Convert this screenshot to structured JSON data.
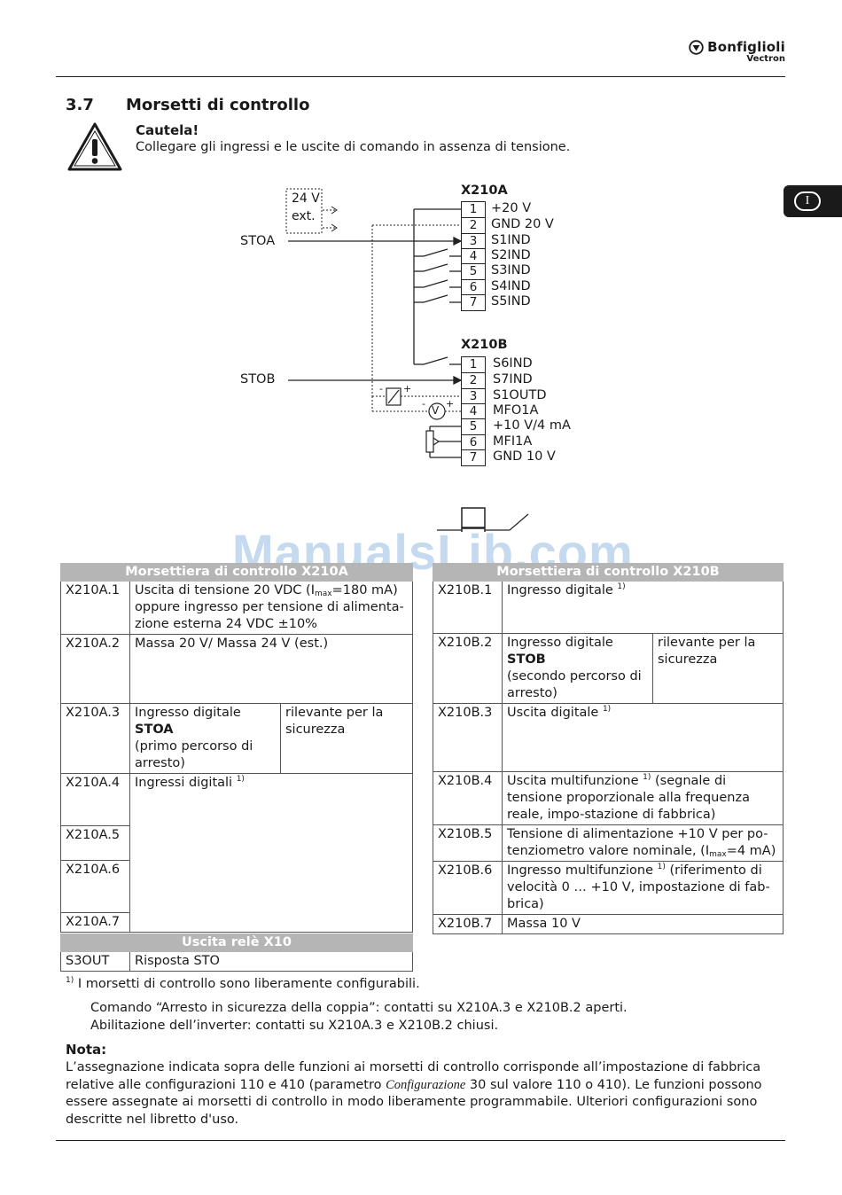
{
  "header": {
    "brand_name": "Bonfiglioli",
    "brand_sub": "Vectron",
    "lang_tab": "I"
  },
  "section": {
    "number": "3.7",
    "title": "Morsetti di controllo"
  },
  "caution": {
    "title": "Cautela!",
    "text": "Collegare gli ingressi e le uscite di comando in assenza di tensione."
  },
  "diagram": {
    "supply_label_1": "24 V",
    "supply_label_2": "ext.",
    "stoa_label": "STOA",
    "stob_label": "STOB",
    "x210a_title": "X210A",
    "x210b_title": "X210B",
    "x210a_terminals": [
      {
        "num": "1",
        "name": "+20 V"
      },
      {
        "num": "2",
        "name": "GND 20 V"
      },
      {
        "num": "3",
        "name": "S1IND"
      },
      {
        "num": "4",
        "name": "S2IND"
      },
      {
        "num": "5",
        "name": "S3IND"
      },
      {
        "num": "6",
        "name": "S4IND"
      },
      {
        "num": "7",
        "name": "S5IND"
      }
    ],
    "x210b_terminals": [
      {
        "num": "1",
        "name": "S6IND"
      },
      {
        "num": "2",
        "name": "S7IND"
      },
      {
        "num": "3",
        "name": "S1OUTD"
      },
      {
        "num": "4",
        "name": "MFO1A"
      },
      {
        "num": "5",
        "name": "+10 V/4 mA"
      },
      {
        "num": "6",
        "name": "MFI1A"
      },
      {
        "num": "7",
        "name": "GND 10 V"
      }
    ],
    "meter_symbol": "V",
    "minus": "-",
    "plus": "+"
  },
  "table_a": {
    "header": "Morsettiera di controllo X210A",
    "r1_id": "X210A.1",
    "r1_text_pre": "Uscita di tensione 20 VDC (I",
    "r1_sub": "max",
    "r1_text_post": "=180 mA) oppure ingresso per tensione di alimenta-zione esterna 24 VDC ±10%",
    "r2_id": "X210A.2",
    "r2_text": "Massa 20 V/ Massa 24 V (est.)",
    "r3_id": "X210A.3",
    "r3_line1": "Ingresso digitale",
    "r3_bold": "STOA",
    "r3_line3": "(primo percorso di arresto)",
    "r3_side": "rilevante per la sicurezza",
    "r4_id": "X210A.4",
    "r4_text": "Ingressi digitali",
    "r4_sup": "1)",
    "r5_id": "X210A.5",
    "r6_id": "X210A.6",
    "r7_id": "X210A.7"
  },
  "table_b": {
    "header": "Morsettiera di controllo X210B",
    "r1_id": "X210B.1",
    "r1_text": "Ingresso digitale",
    "r1_sup": "1)",
    "r2_id": "X210B.2",
    "r2_line1": "Ingresso digitale",
    "r2_bold": "STOB",
    "r2_line3": "(secondo percorso di arresto)",
    "r2_side": "rilevante per la sicurezza",
    "r3_id": "X210B.3",
    "r3_text": "Uscita digitale",
    "r3_sup": "1)",
    "r4_id": "X210B.4",
    "r4_text_pre": "Uscita multifunzione",
    "r4_sup": "1)",
    "r4_text_post": "(segnale di tensione proporzionale alla frequenza reale, impo-stazione di fabbrica)",
    "r5_id": "X210B.5",
    "r5_text_pre": "Tensione di alimentazione +10 V per po-tenziometro valore nominale, (I",
    "r5_sub": "max",
    "r5_text_post": "=4 mA)",
    "r6_id": "X210B.6",
    "r6_text_pre": "Ingresso multifunzione",
    "r6_sup": "1)",
    "r6_text_post": "(riferimento di velocità 0 … +10 V, impostazione di fab-brica)",
    "r7_id": "X210B.7",
    "r7_text": "Massa 10 V"
  },
  "table_relay": {
    "header": "Uscita relè X10",
    "id": "S3OUT",
    "text": "Risposta STO"
  },
  "footnote": {
    "sup": "1)",
    "text": "I morsetti di controllo sono liberamente configurabili."
  },
  "commands": {
    "line1": "Comando “Arresto in sicurezza della coppia”: contatti su X210A.3 e X210B.2 aperti.",
    "line2": "Abilitazione dell’inverter: contatti su X210A.3 e X210B.2 chiusi."
  },
  "note": {
    "title": "Nota:",
    "text_pre": "L’assegnazione indicata sopra delle funzioni ai morsetti di controllo corrisponde all’impostazione di fabbrica relative alle configurazioni 110 e 410 (parametro ",
    "text_italic": "Configurazione",
    "text_post": " 30 sul valore 110 o 410). Le funzioni possono essere assegnate ai morsetti di controllo in modo liberamente programmabile. Ulteriori configurazioni sono descritte nel libretto d'uso."
  },
  "watermark": "ManualsLib.com"
}
